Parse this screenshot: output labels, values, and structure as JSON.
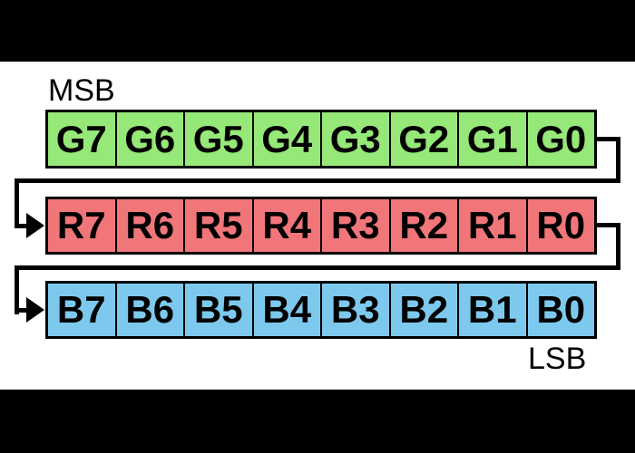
{
  "diagram": {
    "msb_label": "MSB",
    "lsb_label": "LSB",
    "rows": [
      {
        "name": "green-byte",
        "bits": [
          "G7",
          "G6",
          "G5",
          "G4",
          "G3",
          "G2",
          "G1",
          "G0"
        ]
      },
      {
        "name": "red-byte",
        "bits": [
          "R7",
          "R6",
          "R5",
          "R4",
          "R3",
          "R2",
          "R1",
          "R0"
        ]
      },
      {
        "name": "blue-byte",
        "bits": [
          "B7",
          "B6",
          "B5",
          "B4",
          "B3",
          "B2",
          "B1",
          "B0"
        ]
      }
    ],
    "colors": {
      "green_fill": "#96E878",
      "red_fill": "#F0767A",
      "blue_fill": "#7DC9EE",
      "line": "#000000",
      "background": "#FFFFFF",
      "letterbox": "#000000"
    }
  }
}
